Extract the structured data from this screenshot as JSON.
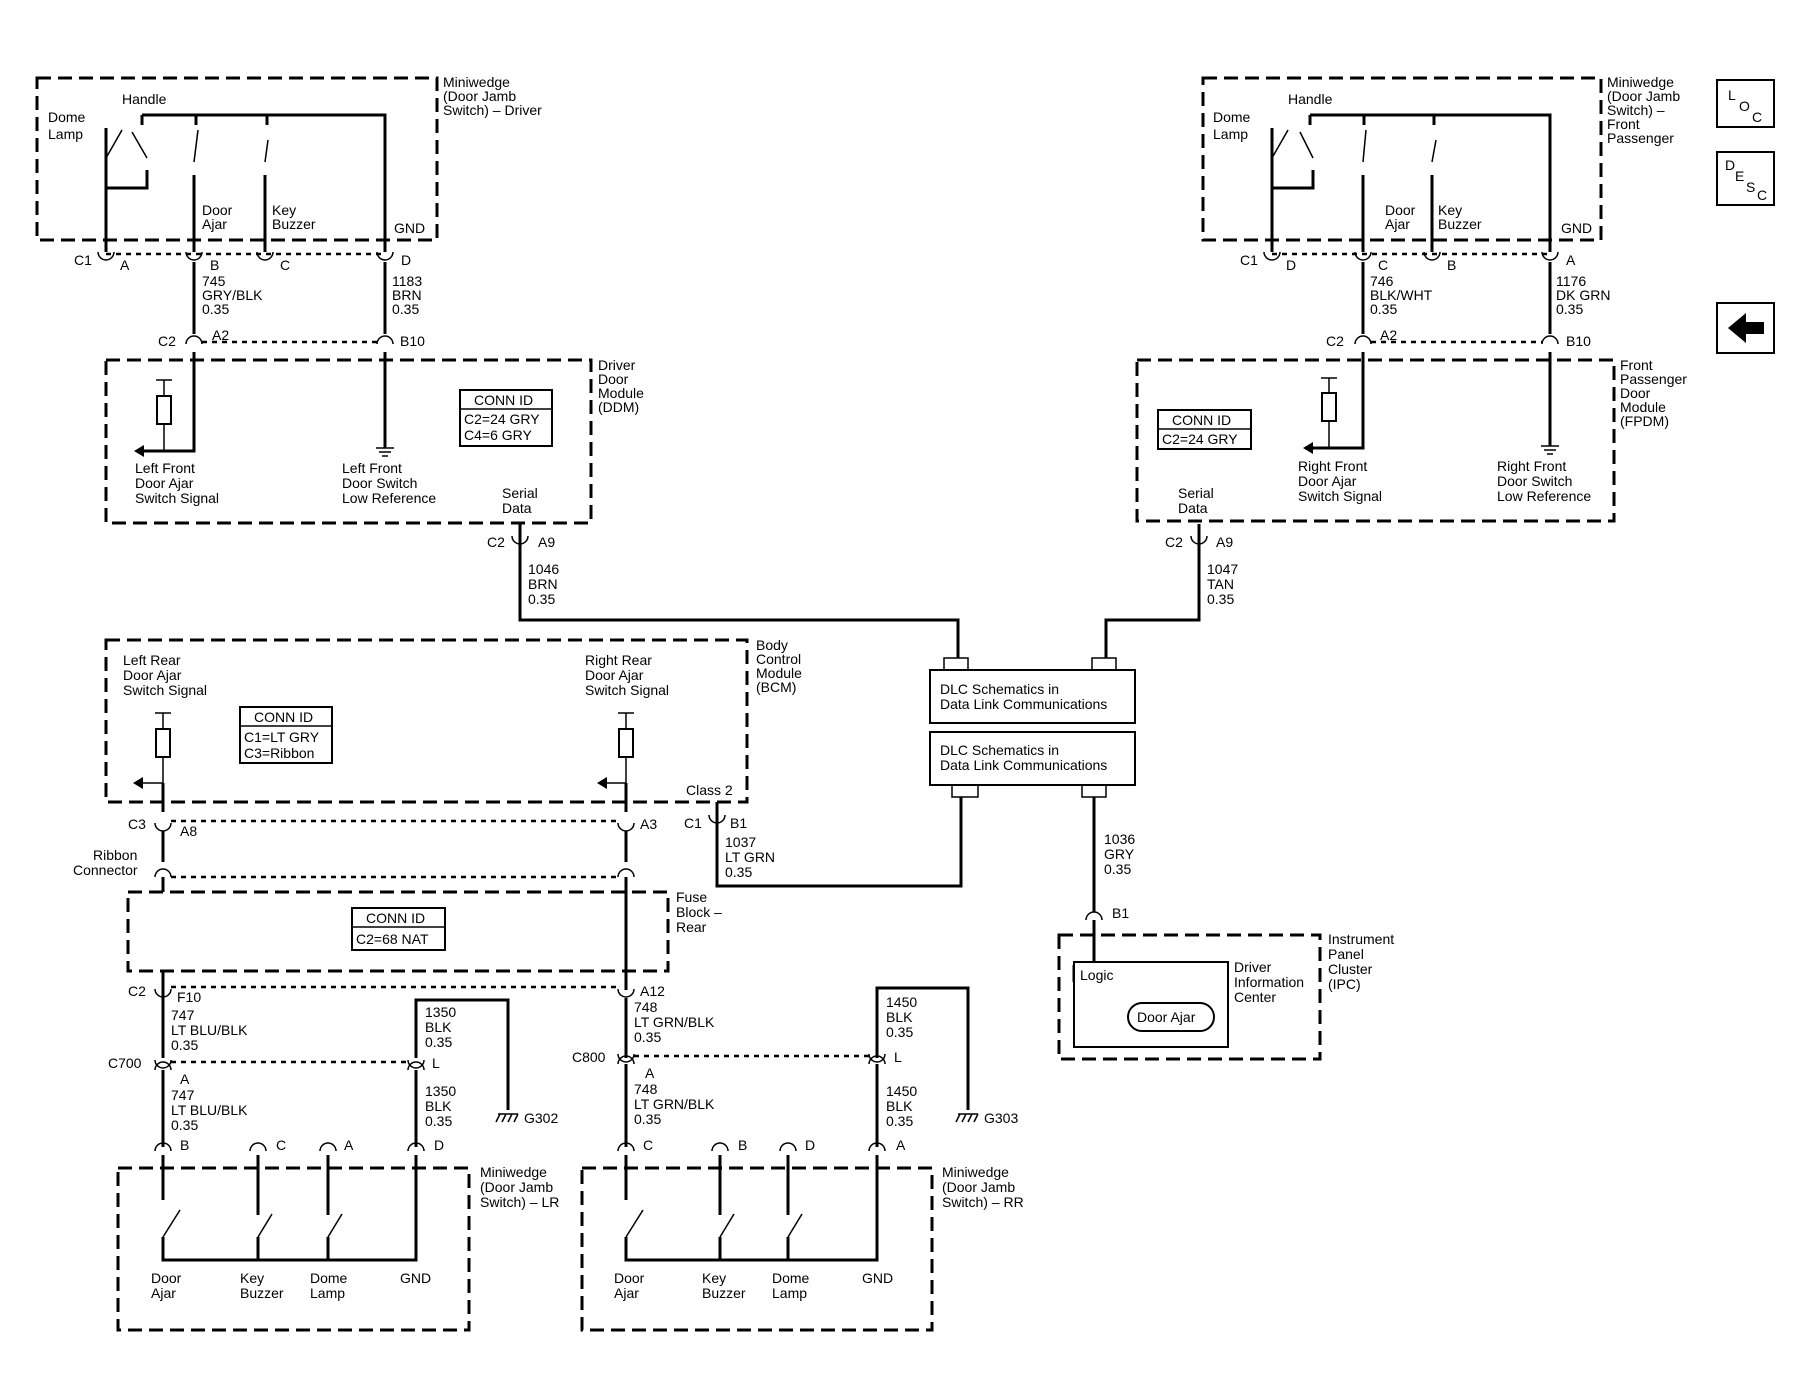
{
  "nav": {
    "loc_letters": [
      "L",
      "O",
      "C"
    ],
    "desc_letters": [
      "D",
      "E",
      "S",
      "C"
    ],
    "back_icon": "left-arrow-icon"
  },
  "dms": {
    "title": [
      "Miniwedge",
      "(Door Jamb",
      "Switch) – Driver"
    ],
    "dome": [
      "Dome",
      "Lamp"
    ],
    "handle": "Handle",
    "ajar": [
      "Door",
      "Ajar"
    ],
    "buzzer": [
      "Key",
      "Buzzer"
    ],
    "gnd": "GND",
    "conn": "C1",
    "pins": [
      "A",
      "B",
      "C",
      "D"
    ]
  },
  "pms": {
    "title": [
      "Miniwedge",
      "(Door Jamb",
      "Switch) –",
      "Front",
      "Passenger"
    ],
    "dome": [
      "Dome",
      "Lamp"
    ],
    "handle": "Handle",
    "ajar": [
      "Door",
      "Ajar"
    ],
    "buzzer": [
      "Key",
      "Buzzer"
    ],
    "gnd": "GND",
    "conn": "C1",
    "pins": [
      "D",
      "C",
      "B",
      "A"
    ]
  },
  "w745": [
    "745",
    "GRY/BLK",
    "0.35"
  ],
  "w1183": [
    "1183",
    "BRN",
    "0.35"
  ],
  "w746": [
    "746",
    "BLK/WHT",
    "0.35"
  ],
  "w1176": [
    "1176",
    "DK GRN",
    "0.35"
  ],
  "ddm": {
    "title": [
      "Driver",
      "Door",
      "Module",
      "(DDM)"
    ],
    "conn_id": [
      "CONN ID",
      "C2=24 GRY",
      "C4=6 GRY"
    ],
    "c2": "C2",
    "a2": "A2",
    "b10": "B10",
    "signal": [
      "Left Front",
      "Door Ajar",
      "Switch Signal"
    ],
    "lowref": [
      "Left Front",
      "Door Switch",
      "Low Reference"
    ],
    "serial": [
      "Serial",
      "Data"
    ],
    "a9": "A9"
  },
  "fpdm": {
    "title": [
      "Front",
      "Passenger",
      "Door",
      "Module",
      "(FPDM)"
    ],
    "conn_id": [
      "CONN ID",
      "C2=24 GRY"
    ],
    "c2": "C2",
    "a2": "A2",
    "b10": "B10",
    "signal": [
      "Right Front",
      "Door Ajar",
      "Switch Signal"
    ],
    "lowref": [
      "Right Front",
      "Door Switch",
      "Low Reference"
    ],
    "serial": [
      "Serial",
      "Data"
    ],
    "a9": "A9"
  },
  "w1046": [
    "1046",
    "BRN",
    "0.35"
  ],
  "w1047": [
    "1047",
    "TAN",
    "0.35"
  ],
  "dlc": [
    [
      "DLC Schematics in",
      "Data Link Communications"
    ],
    [
      "DLC Schematics in",
      "Data Link Communications"
    ]
  ],
  "bcm": {
    "title": [
      "Body",
      "Control",
      "Module",
      "(BCM)"
    ],
    "lr": [
      "Left Rear",
      "Door Ajar",
      "Switch Signal"
    ],
    "rr": [
      "Right Rear",
      "Door Ajar",
      "Switch Signal"
    ],
    "conn_id": [
      "CONN ID",
      "C1=LT GRY",
      "C3=Ribbon"
    ],
    "class2": "Class 2",
    "c1": "C1",
    "b1": "B1",
    "c3": "C3",
    "a8": "A8",
    "a3": "A3",
    "ribbon": [
      "Ribbon",
      "Connector"
    ]
  },
  "w1037": [
    "1037",
    "LT GRN",
    "0.35"
  ],
  "w1036": [
    "1036",
    "GRY",
    "0.35"
  ],
  "ipc": {
    "b1": "B1",
    "title": [
      "Instrument",
      "Panel",
      "Cluster",
      "(IPC)"
    ],
    "logic": "Logic",
    "dic": [
      "Driver",
      "Information",
      "Center"
    ],
    "door_ajar": "Door Ajar"
  },
  "fuse": {
    "title": [
      "Fuse",
      "Block –",
      "Rear"
    ],
    "conn_id": [
      "CONN ID",
      "C2=68 NAT"
    ],
    "c2": "C2",
    "f10": "F10",
    "a12": "A12"
  },
  "w747": [
    "747",
    "LT BLU/BLK",
    "0.35"
  ],
  "w747b": [
    "747",
    "LT BLU/BLK",
    "0.35"
  ],
  "w1350": [
    "1350",
    "BLK",
    "0.35"
  ],
  "w1350b": [
    "1350",
    "BLK",
    "0.35"
  ],
  "w748": [
    "748",
    "LT GRN/BLK",
    "0.35"
  ],
  "w748b": [
    "748",
    "LT GRN/BLK",
    "0.35"
  ],
  "w1450": [
    "1450",
    "BLK",
    "0.35"
  ],
  "w1450b": [
    "1450",
    "BLK",
    "0.35"
  ],
  "c700": {
    "name": "C700",
    "a": "A",
    "l": "L"
  },
  "c800": {
    "name": "C800",
    "a": "A",
    "l": "L"
  },
  "g302": "G302",
  "g303": "G303",
  "lr_switch": {
    "title": [
      "Miniwedge",
      "(Door Jamb",
      "Switch) – LR"
    ],
    "pins": [
      "B",
      "C",
      "A",
      "D"
    ],
    "ajar": [
      "Door",
      "Ajar"
    ],
    "buzzer": [
      "Key",
      "Buzzer"
    ],
    "dome": [
      "Dome",
      "Lamp"
    ],
    "gnd": "GND"
  },
  "rr_switch": {
    "title": [
      "Miniwedge",
      "(Door Jamb",
      "Switch) – RR"
    ],
    "pins": [
      "C",
      "B",
      "D",
      "A"
    ],
    "ajar": [
      "Door",
      "Ajar"
    ],
    "buzzer": [
      "Key",
      "Buzzer"
    ],
    "dome": [
      "Dome",
      "Lamp"
    ],
    "gnd": "GND"
  }
}
